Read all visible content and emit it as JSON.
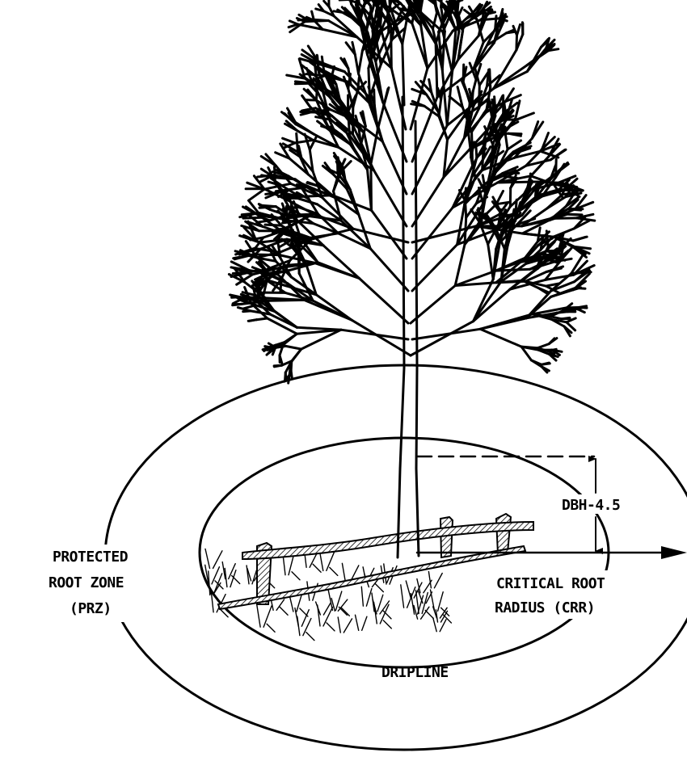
{
  "labels": {
    "prz_line1": "PROTECTED",
    "prz_line2": "ROOT ZONE",
    "prz_line3": "(PRZ)",
    "crr_line1": "CRITICAL ROOT",
    "crr_line2": "RADIUS (CRR)",
    "dbh": "DBH-4.5",
    "dripline": "DRIPLINE"
  },
  "colors": {
    "ink": "#000000",
    "paper": "#ffffff"
  }
}
